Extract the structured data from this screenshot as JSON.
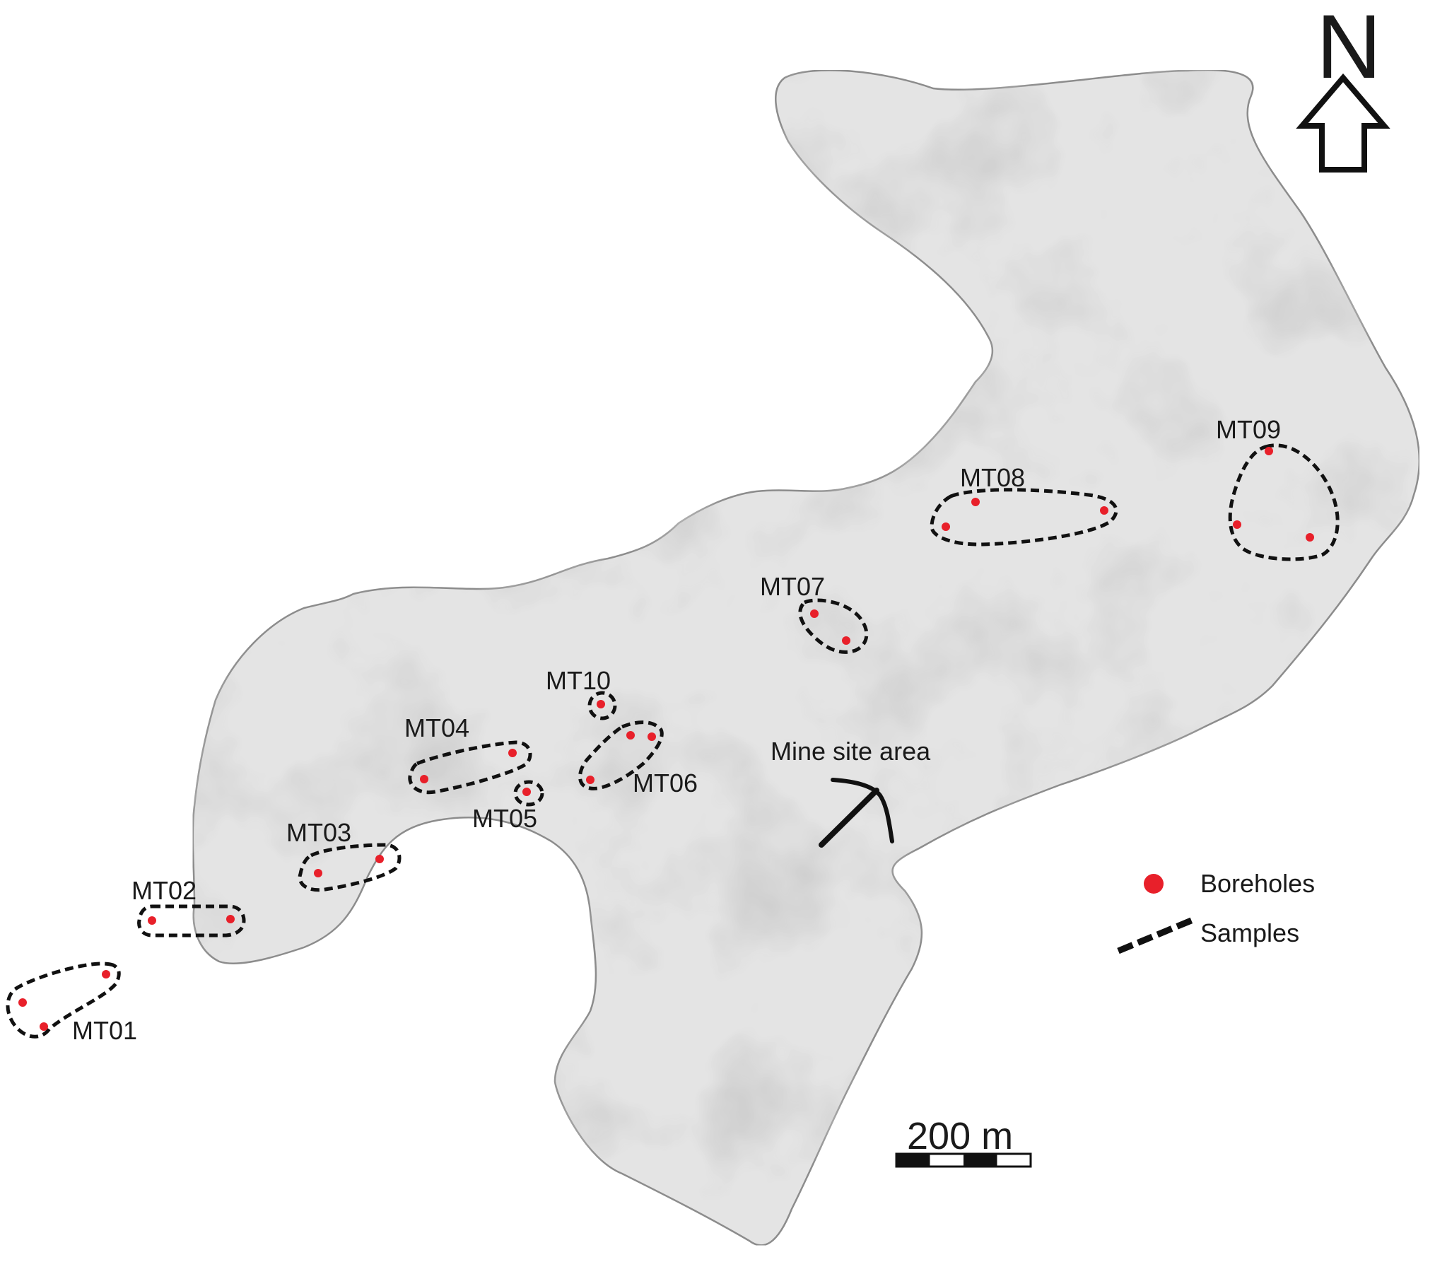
{
  "map": {
    "north_label": "N",
    "mine_site_label": "Mine site area",
    "scale_label": "200 m",
    "fill_color": "#e4e4e4",
    "outline_color": "#8c8c8c",
    "borehole_color": "#e8202a",
    "samples": [
      {
        "label": "MT01",
        "borehole_count": 3
      },
      {
        "label": "MT02",
        "borehole_count": 2
      },
      {
        "label": "MT03",
        "borehole_count": 2
      },
      {
        "label": "MT04",
        "borehole_count": 2
      },
      {
        "label": "MT05",
        "borehole_count": 1
      },
      {
        "label": "MT06",
        "borehole_count": 3
      },
      {
        "label": "MT07",
        "borehole_count": 2
      },
      {
        "label": "MT08",
        "borehole_count": 3
      },
      {
        "label": "MT09",
        "borehole_count": 3
      },
      {
        "label": "MT10",
        "borehole_count": 1
      }
    ]
  },
  "legend": {
    "boreholes_label": "Boreholes",
    "samples_label": "Samples"
  }
}
